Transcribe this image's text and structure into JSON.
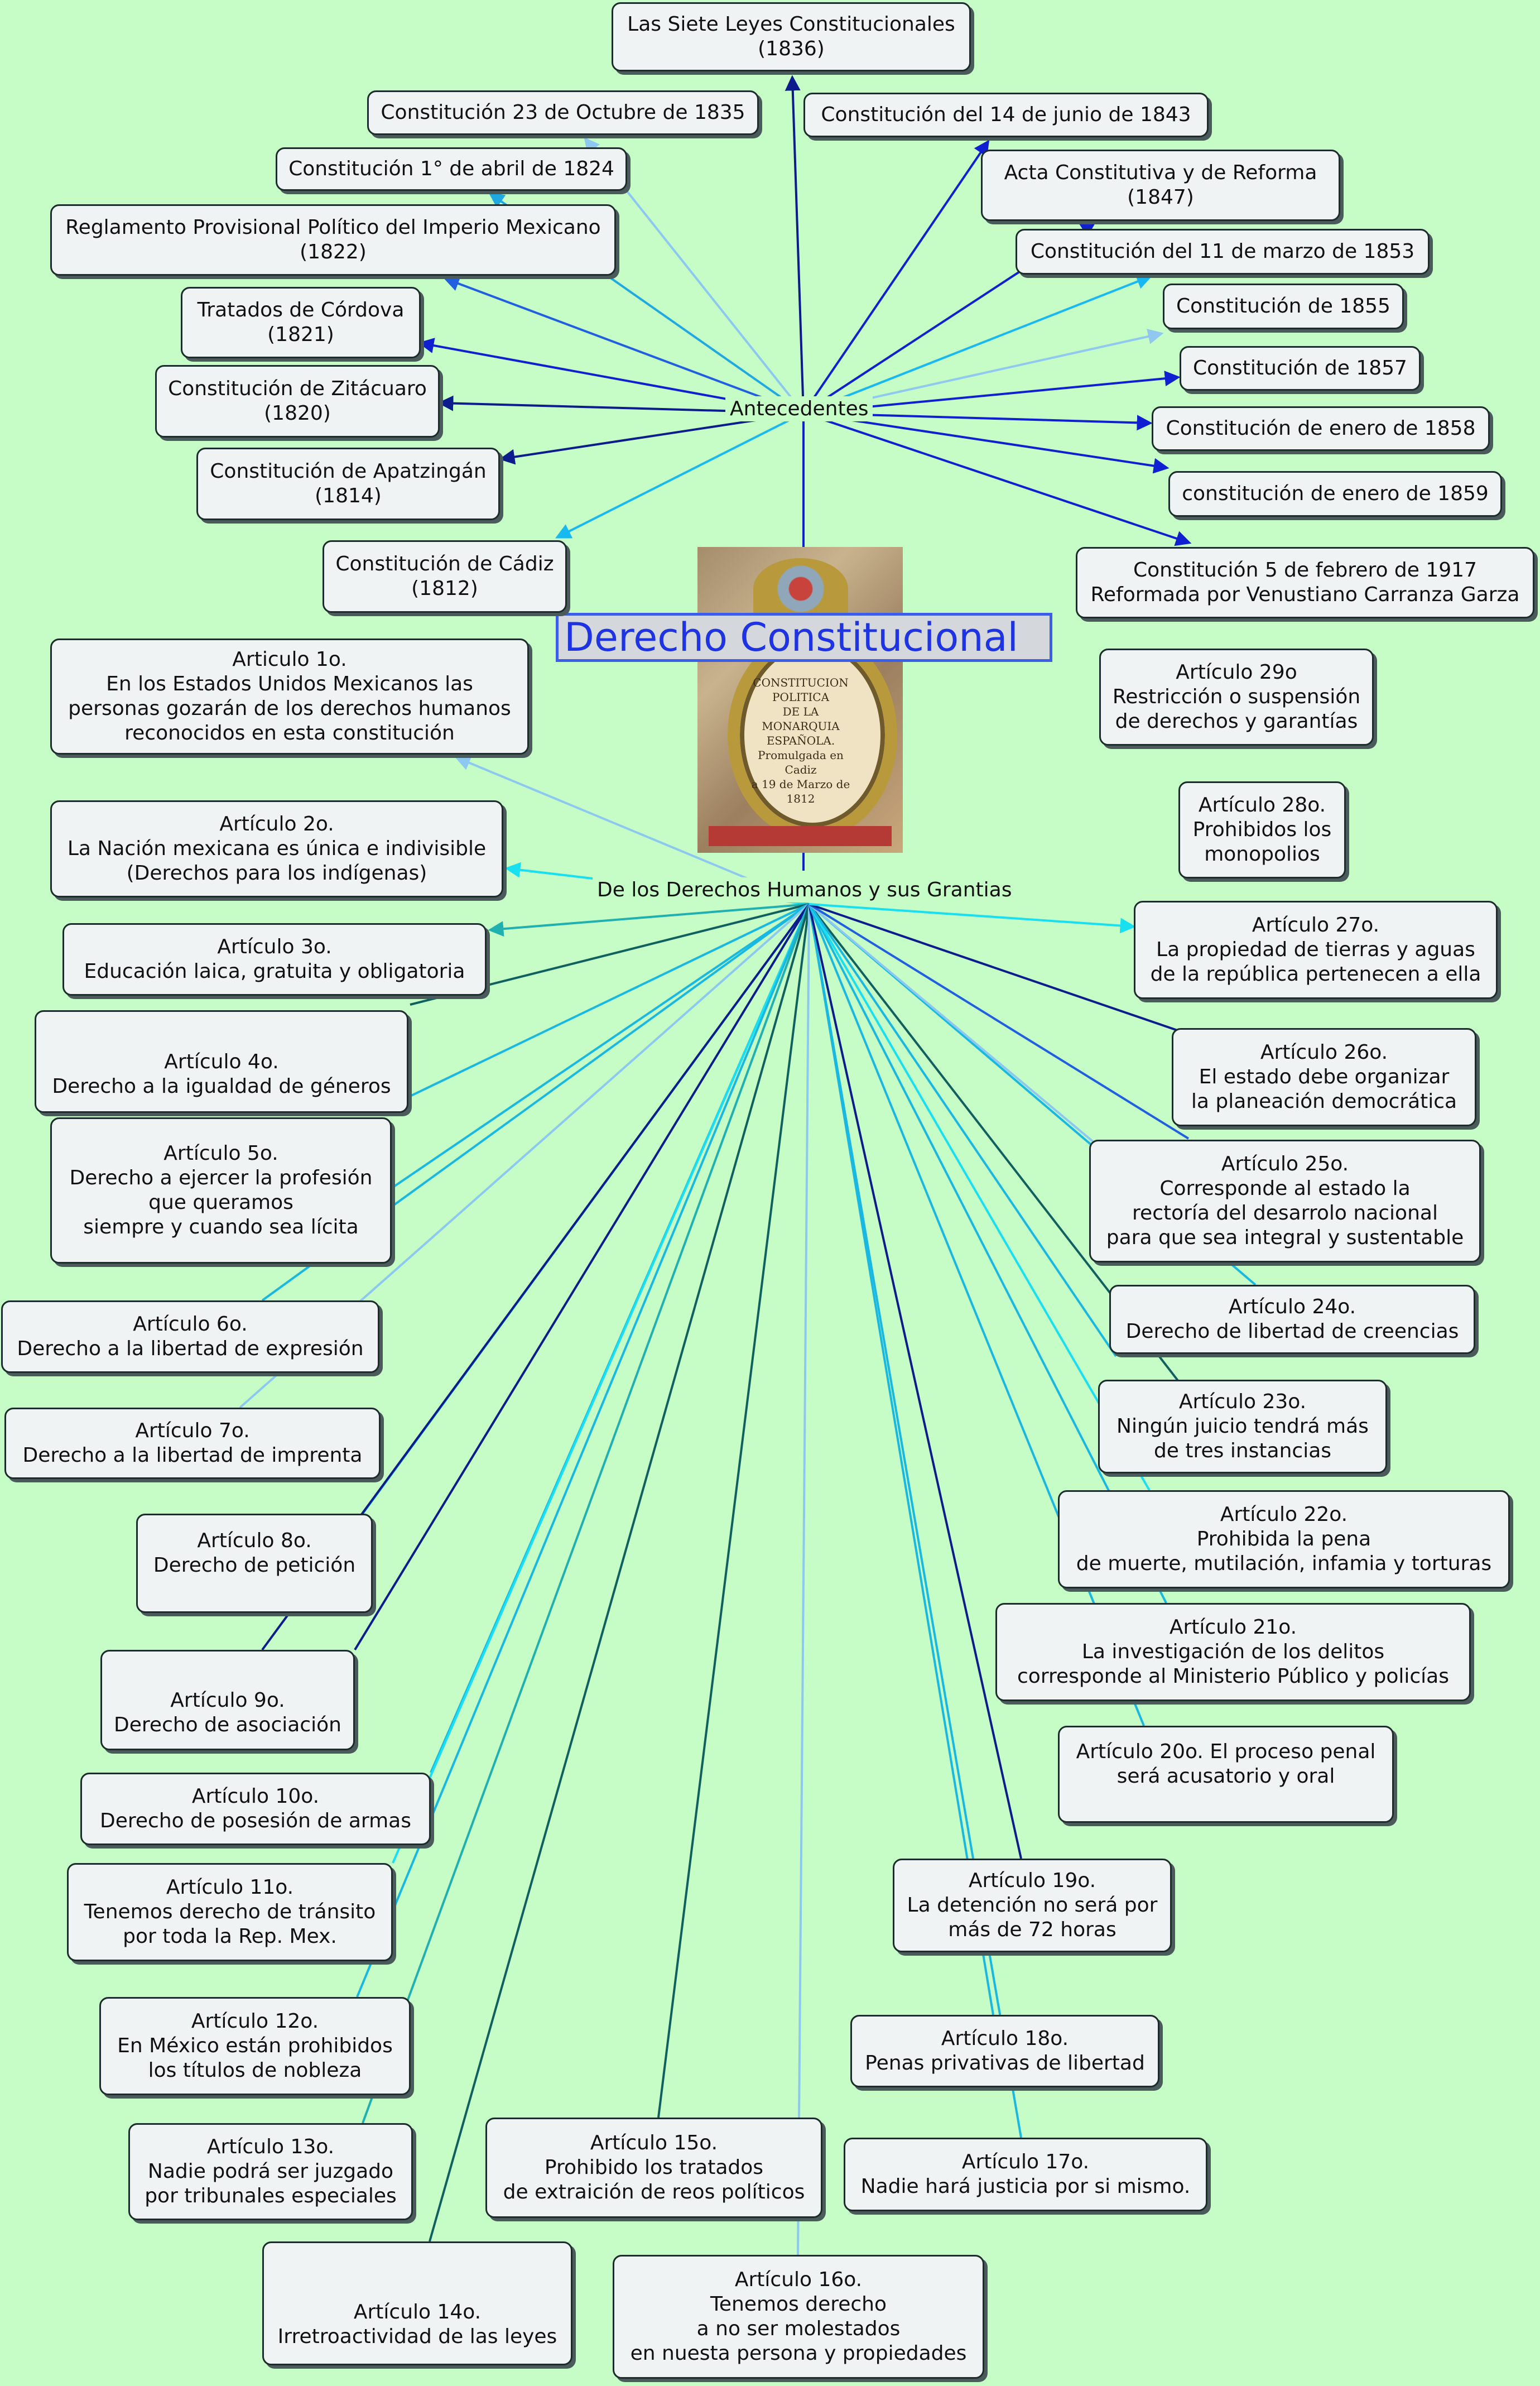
{
  "title": "Derecho Constitucional",
  "document_image": {
    "text": "CONSTITUCION\nPOLITICA\nDE LA MONARQUIA\nESPAÑOLA.\nPromulgada en Cadiz\na 19 de Marzo de 1812"
  },
  "hubs": {
    "antecedentes": "Antecedentes",
    "derechos": "De los Derechos Humanos y sus Grantias"
  },
  "colors": {
    "background": "#c6fcc6",
    "title_text": "#1e33e2",
    "title_border": "#3c5de8",
    "node_fill": "#eff3f3"
  },
  "antecedentes": [
    "Las Siete Leyes Constitucionales\n(1836)",
    "Constitución 23 de Octubre de 1835",
    "Constitución del 14 de junio de 1843",
    "Constitución 1° de abril de 1824",
    "Acta Constitutiva y de Reforma\n(1847)",
    "Reglamento Provisional Político del Imperio Mexicano\n(1822)",
    "Constitución del 11 de marzo de 1853",
    "Tratados de Córdova\n(1821)",
    "Constitución de 1855",
    "Constitución de Zitácuaro\n(1820)",
    "Constitución de 1857",
    "Constitución de enero de 1858",
    "Constitución de Apatzingán\n(1814)",
    "constitución de enero de 1859",
    "Constitución de Cádiz\n(1812)",
    "Constitución 5 de febrero de 1917\nReformada por Venustiano Carranza Garza"
  ],
  "articulos": [
    "Articulo 1o.\nEn los  Estados Unidos Mexicanos  las\npersonas gozarán de los derechos humanos\nreconocidos en esta constitución",
    "Artículo 2o.\nLa Nación mexicana es única e indivisible\n(Derechos para los indígenas)",
    "Artículo 3o.\nEducación laica, gratuita y obligatoria",
    "Artículo 4o.\nDerecho a la igualdad de géneros",
    "Artículo 5o.\nDerecho a ejercer la profesión\nque queramos\nsiempre y cuando sea lícita",
    "Artículo 6o.\nDerecho a la libertad de expresión",
    "Artículo 7o.\nDerecho a la libertad de imprenta",
    "Artículo 8o.\nDerecho de petición",
    "Artículo 9o.\nDerecho de asociación",
    "Artículo 10o.\nDerecho de posesión de armas",
    "Artículo 11o.\nTenemos derecho de tránsito\npor toda la Rep. Mex.",
    "Artículo 12o.\nEn México están prohibidos\nlos títulos de nobleza",
    "Artículo 13o.\nNadie podrá ser juzgado\npor tribunales especiales",
    "Artículo 14o.\nIrretroactividad de las leyes",
    "Artículo 15o.\nProhibido los tratados\nde extraición de reos políticos",
    "Artículo 16o.\nTenemos derecho\na no ser molestados\nen nuesta persona y propiedades",
    "Artículo 17o.\nNadie hará justicia por si mismo.",
    "Artículo 18o.\nPenas privativas de libertad",
    "Artículo 19o.\nLa detención no será por\nmás de 72 horas",
    "Artículo 20o. El proceso penal\nserá acusatorio y oral",
    "Artículo 21o.\nLa investigación de los delitos\ncorresponde al Ministerio Público y policías",
    "Artículo 22o.\nProhibida la pena\nde muerte, mutilación, infamia y torturas",
    "Artículo 23o.\nNingún juicio tendrá más\nde tres instancias",
    "Artículo 24o.\nDerecho de libertad de creencias",
    "Artículo 25o.\nCorresponde al estado la\nrectoría del desarrolo nacional\npara que sea integral y sustentable",
    "Artículo 26o.\nEl estado debe organizar\nla  planeación democrática",
    "Artículo 27o.\nLa propiedad de tierras y  aguas\nde la república pertenecen a ella",
    "Artículo 28o.\nProhibidos los\nmonopolios",
    "Artículo 29o\nRestricción o suspensión\nde derechos y garantías"
  ]
}
